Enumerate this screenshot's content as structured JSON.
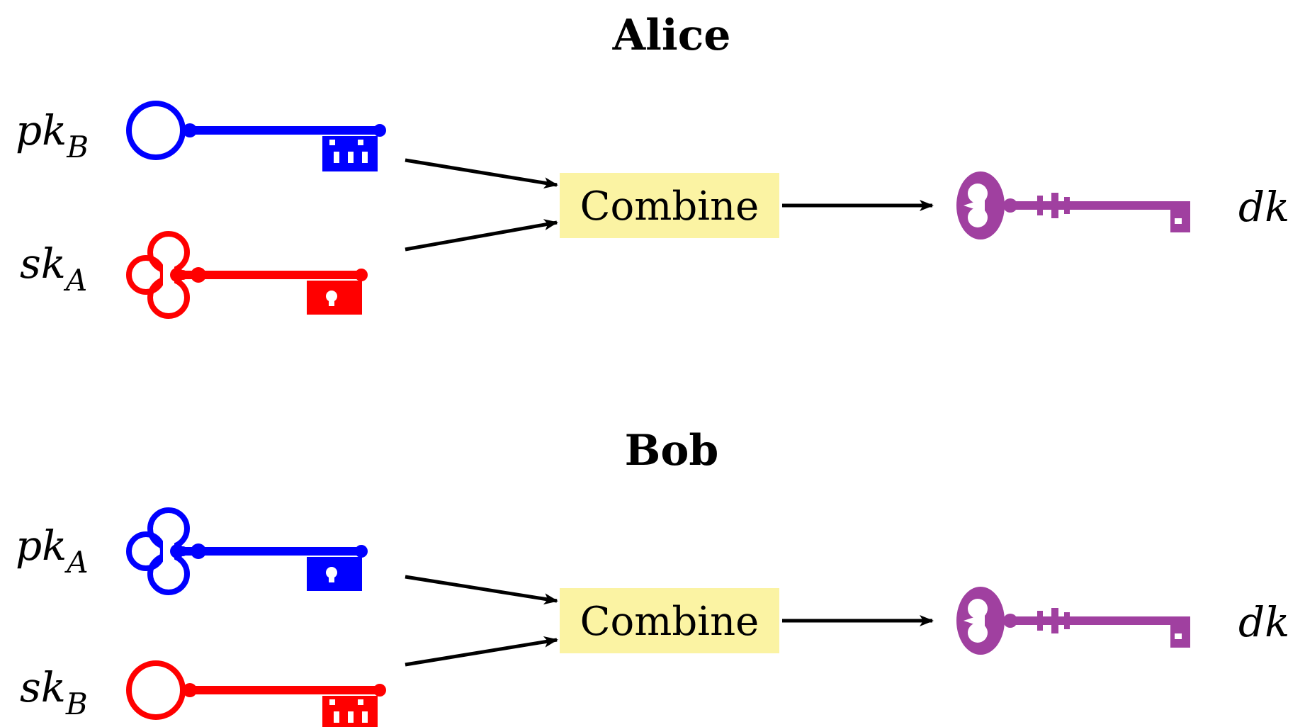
{
  "colors": {
    "public_key": "#0000ff",
    "secret_key": "#ff0000",
    "derived_key": "#a040a0",
    "box_fill": "#fbf3a3",
    "arrow": "#000000"
  },
  "alice": {
    "title": "Alice",
    "key_top": {
      "base": "pk",
      "sub": "B",
      "color_role": "public",
      "icon": "round-key-icon"
    },
    "key_bottom": {
      "base": "sk",
      "sub": "A",
      "color_role": "secret",
      "icon": "clover-key-icon"
    },
    "box_label": "Combine",
    "output": {
      "label": "dk",
      "icon": "ornate-key-icon"
    }
  },
  "bob": {
    "title": "Bob",
    "key_top": {
      "base": "pk",
      "sub": "A",
      "color_role": "public",
      "icon": "clover-key-icon"
    },
    "key_bottom": {
      "base": "sk",
      "sub": "B",
      "color_role": "secret",
      "icon": "round-key-icon"
    },
    "box_label": "Combine",
    "output": {
      "label": "dk",
      "icon": "ornate-key-icon"
    }
  }
}
